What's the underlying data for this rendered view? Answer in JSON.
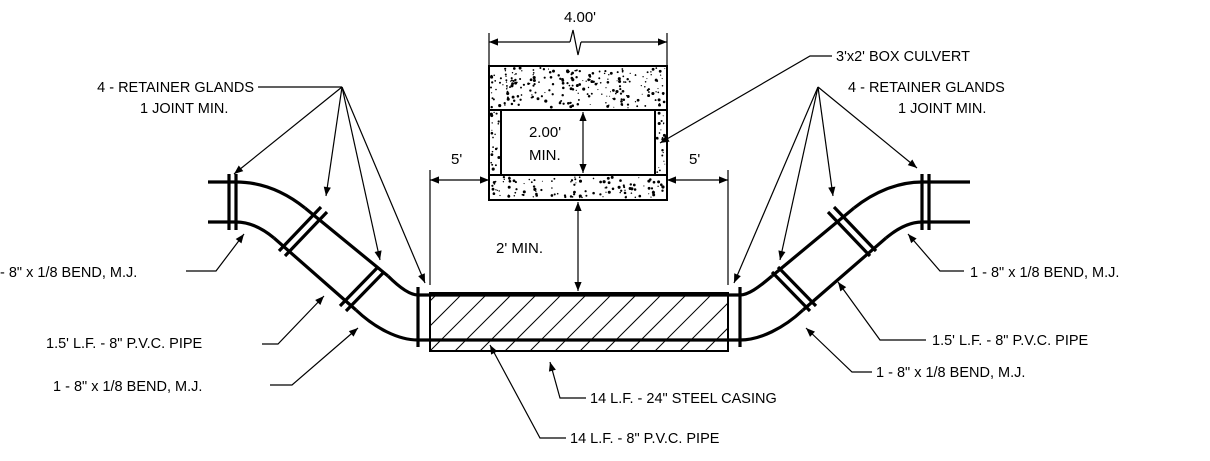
{
  "dimensions": {
    "culvert_width": "4.00'",
    "culvert_height_line1": "2.00'",
    "culvert_height_line2": "MIN.",
    "offset_left": "5'",
    "offset_right": "5'",
    "cover": "2' MIN."
  },
  "labels": {
    "box_culvert": "3'x2' BOX CULVERT",
    "glands_left_line1": "4 - RETAINER GLANDS",
    "glands_left_line2": "1 JOINT MIN.",
    "glands_right_line1": "4 - RETAINER GLANDS",
    "glands_right_line2": "1 JOINT MIN.",
    "bend_left_upper": "- 8\" x 1/8 BEND, M.J.",
    "pipe_left": "1.5' L.F. - 8\" P.V.C. PIPE",
    "bend_left_lower": "1 - 8\" x 1/8 BEND, M.J.",
    "bend_right_upper": "1 - 8\" x 1/8 BEND, M.J.",
    "pipe_right": "1.5' L.F. - 8\" P.V.C. PIPE",
    "bend_right_lower": "1 - 8\" x 1/8 BEND, M.J.",
    "steel_casing": "14 L.F. - 24\" STEEL CASING",
    "pvc_pipe": "14 L.F. - 8\" P.V.C. PIPE"
  }
}
